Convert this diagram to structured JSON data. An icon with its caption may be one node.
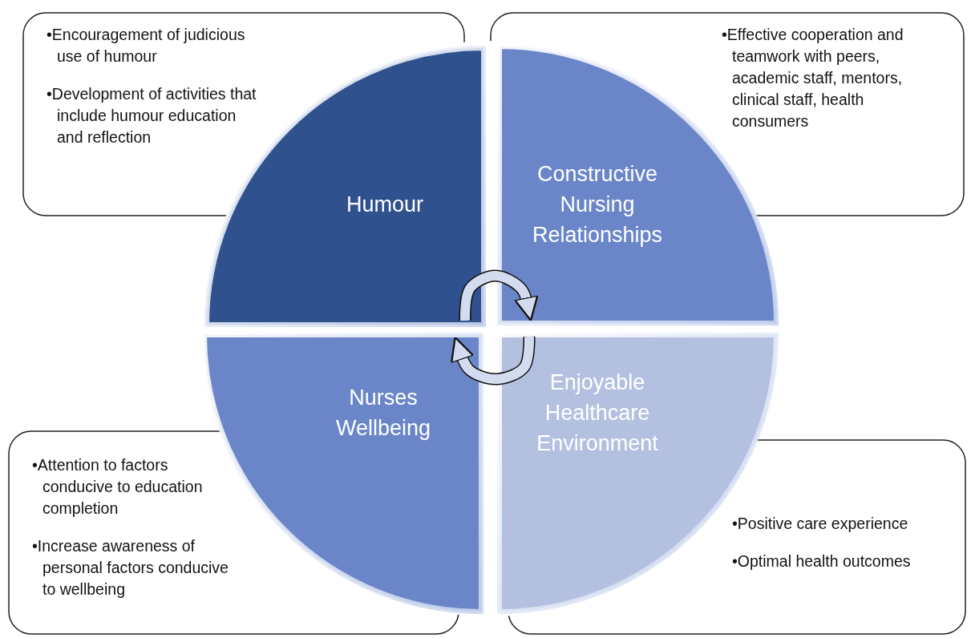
{
  "diagram": {
    "nodes": [
      {
        "text": [
          "•Encouragement of judicious use of humour",
          "•Development of activities that include humour education and reflection"
        ]
      },
      {
        "text": [
          "•Effective cooperation and teamwork with peers, academic staff, mentors, clinical staff, health consumers"
        ]
      },
      {
        "text": [
          "Humour"
        ]
      },
      {
        "text": [
          "Constructive Nursing Relationships"
        ]
      },
      {
        "text": [
          "Nurses Wellbeing"
        ]
      },
      {
        "text": [
          "Enjoyable Healthcare Environment"
        ]
      },
      {
        "text": [
          "•Attention to factors conducive to education completion",
          "•Increase awareness of personal factors conducive to wellbeing"
        ]
      },
      {
        "text": [
          "•Positive care experience",
          "•Optimal health outcomes"
        ]
      }
    ],
    "edges": [
      {
        "from": 2,
        "to": 3,
        "arrow": "to"
      },
      {
        "from": 5,
        "to": 4,
        "arrow": "to"
      }
    ]
  }
}
